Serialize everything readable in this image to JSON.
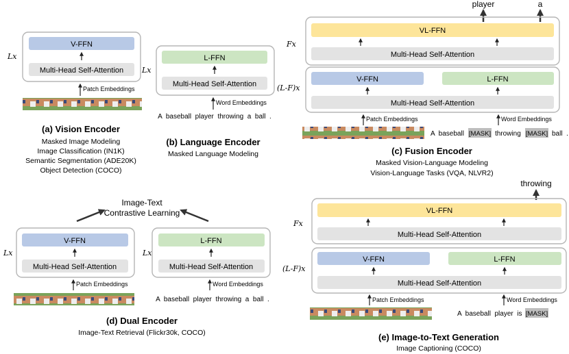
{
  "colors": {
    "v_ffn": "#b8c9e6",
    "l_ffn": "#cce5c2",
    "vl_ffn": "#fde59a",
    "attn": "#e3e3e3",
    "frame": "#b5b5b5",
    "arrow": "#333333"
  },
  "common": {
    "v_ffn": "V-FFN",
    "l_ffn": "L-FFN",
    "vl_ffn": "VL-FFN",
    "mhsa": "Multi-Head Self-Attention",
    "patch_embeddings": "Patch Embeddings",
    "word_embeddings": "Word Embeddings",
    "sentence": "A  baseball  player  throwing  a  ball  ."
  },
  "panel_a": {
    "repeat": "Lx",
    "title": "(a) Vision Encoder",
    "tasks": [
      "Masked Image Modeling",
      "Image Classification (IN1K)",
      "Semantic Segmentation (ADE20K)",
      "Object Detection (COCO)"
    ]
  },
  "panel_b": {
    "repeat": "Lx",
    "title": "(b) Language Encoder",
    "tasks": [
      "Masked Language Modeling"
    ]
  },
  "panel_c": {
    "output_words": [
      "player",
      "a"
    ],
    "repeat_top": "Fx",
    "repeat_bottom": "(L-F)x",
    "sentence_parts": [
      "A  baseball",
      "[MASK]",
      "throwing",
      "[MASK]",
      "ball  ."
    ],
    "title": "(c) Fusion Encoder",
    "tasks": [
      "Masked Vision-Language Modeling",
      "Vision-Language Tasks (VQA, NLVR2)"
    ]
  },
  "panel_d": {
    "objective": [
      "Image-Text",
      "Contrastive Learning"
    ],
    "repeat": "Lx",
    "title": "(d) Dual Encoder",
    "tasks": [
      "Image-Text Retrieval (Flickr30k, COCO)"
    ]
  },
  "panel_e": {
    "output_word": "throwing",
    "repeat_top": "Fx",
    "repeat_bottom": "(L-F)x",
    "sentence_prefix": "A  baseball  player  is",
    "sentence_mask": "[MASK]",
    "title": "(e) Image-to-Text Generation",
    "tasks": [
      "Image Captioning (COCO)"
    ]
  }
}
